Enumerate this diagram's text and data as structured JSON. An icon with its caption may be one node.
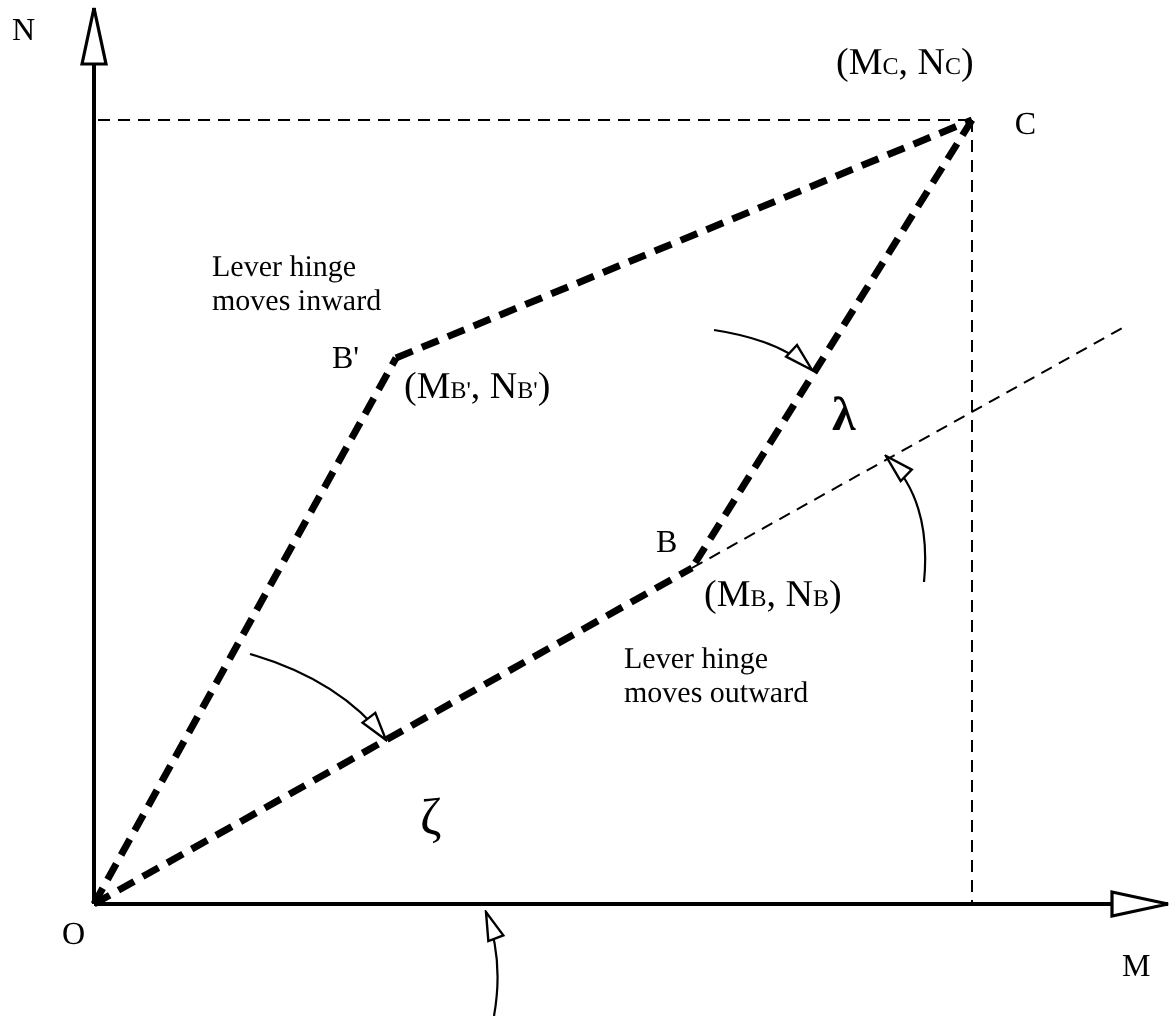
{
  "diagram": {
    "nodes": [
      {
        "text": [
          "O"
        ]
      },
      {
        "text": [
          "B'"
        ],
        "beside": [
          "(M$_{B'}$, N$_{B'}$)",
          "Lever hinge moves inward"
        ]
      },
      {
        "text": [
          "C"
        ],
        "beside": [
          "(M$_{C}$, N$_{C}$)"
        ]
      },
      {
        "text": [
          "B"
        ],
        "beside": [
          "(M$_{B}$, N$_{B}$)",
          "Lever hinge moves outward"
        ]
      }
    ],
    "edges": [
      {
        "from": 0,
        "to": 1,
        "arrow": "none",
        "style": "dashed"
      },
      {
        "from": 1,
        "to": 2,
        "arrow": "none",
        "style": "dashed"
      },
      {
        "from": 2,
        "to": 3,
        "arrow": "none",
        "style": "dashed"
      },
      {
        "from": 0,
        "to": 3,
        "arrow": "none",
        "style": "dashed"
      }
    ],
    "labels": [
      "N",
      "λ",
      "ζ",
      "M"
    ]
  }
}
